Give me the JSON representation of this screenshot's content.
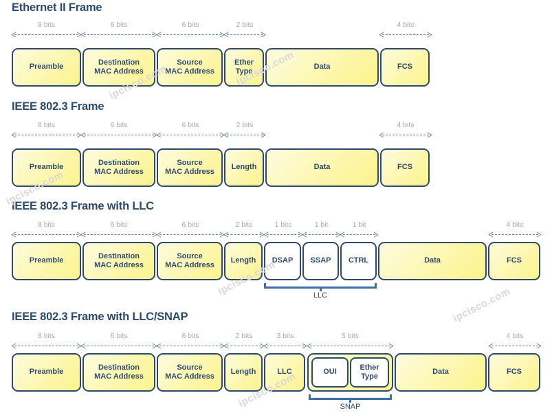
{
  "page": {
    "background": "#ffffff",
    "title_color": "#2e4a6b",
    "box_border_color": "#2e4a6b",
    "box_fill_color": "#fdf6ad",
    "dim_label_color": "#a9a9a9",
    "dim_line_color": "#5b7ea8",
    "bracket_color": "#3c6ea5",
    "watermark_color": "#d8d8d8"
  },
  "watermarks": [
    {
      "text": "ipcisco.com"
    },
    {
      "text": "ipcisco.com"
    },
    {
      "text": "ipcisco.com"
    },
    {
      "text": "ipcisco.com"
    },
    {
      "text": "ipcisco.com"
    },
    {
      "text": "ipcisco.com"
    }
  ],
  "sections": [
    {
      "title": "Ethernet II Frame",
      "dims": [
        {
          "label": "8 bits"
        },
        {
          "label": "6 bits"
        },
        {
          "label": "6 bits"
        },
        {
          "label": "2 bits"
        },
        {
          "label": "4 bits"
        }
      ],
      "fields": [
        {
          "label": "Preamble"
        },
        {
          "label": "Destination\nMAC Address"
        },
        {
          "label": "Source\nMAC Address"
        },
        {
          "label": "Ether\nType"
        },
        {
          "label": "Data"
        },
        {
          "label": "FCS"
        }
      ],
      "brackets": []
    },
    {
      "title": "IEEE 802.3 Frame",
      "dims": [
        {
          "label": "8 bits"
        },
        {
          "label": "6 bits"
        },
        {
          "label": "6 bits"
        },
        {
          "label": "2 bits"
        },
        {
          "label": "4 bits"
        }
      ],
      "fields": [
        {
          "label": "Preamble"
        },
        {
          "label": "Destination\nMAC Address"
        },
        {
          "label": "Source\nMAC Address"
        },
        {
          "label": "Length"
        },
        {
          "label": "Data"
        },
        {
          "label": "FCS"
        }
      ],
      "brackets": []
    },
    {
      "title": "IEEE 802.3 Frame with LLC",
      "dims": [
        {
          "label": "8 bits"
        },
        {
          "label": "6 bits"
        },
        {
          "label": "6 bits"
        },
        {
          "label": "2 bits"
        },
        {
          "label": "1 bits"
        },
        {
          "label": "1 bit"
        },
        {
          "label": "1 bit"
        },
        {
          "label": "4 bits"
        }
      ],
      "fields": [
        {
          "label": "Preamble"
        },
        {
          "label": "Destination\nMAC Address"
        },
        {
          "label": "Source\nMAC Address"
        },
        {
          "label": "Length"
        },
        {
          "label": "DSAP"
        },
        {
          "label": "SSAP"
        },
        {
          "label": "CTRL"
        },
        {
          "label": "Data"
        },
        {
          "label": "FCS"
        }
      ],
      "brackets": [
        {
          "label": "LLC"
        }
      ]
    },
    {
      "title": "IEEE 802.3 Frame with LLC/SNAP",
      "dims": [
        {
          "label": "8 bits"
        },
        {
          "label": "6 bits"
        },
        {
          "label": "6 bits"
        },
        {
          "label": "2 bits"
        },
        {
          "label": "3 bits"
        },
        {
          "label": "5 bits"
        },
        {
          "label": "4 bits"
        }
      ],
      "fields": [
        {
          "label": "Preamble"
        },
        {
          "label": "Destination\nMAC Address"
        },
        {
          "label": "Source\nMAC Address"
        },
        {
          "label": "Length"
        },
        {
          "label": "LLC"
        },
        {
          "label": "OUI"
        },
        {
          "label": "Ether\nType"
        },
        {
          "label": "Data"
        },
        {
          "label": "FCS"
        }
      ],
      "brackets": [
        {
          "label": "SNAP"
        }
      ]
    }
  ]
}
